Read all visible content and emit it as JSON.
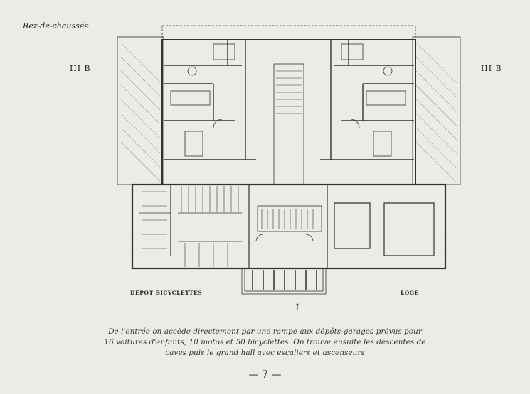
{
  "page_title": "Rez-de-chaussée",
  "wing_left": "III B",
  "wing_right": "III B",
  "label_bicycles": "DÉPOT BICYCLETTES",
  "label_lodge": "LOGE",
  "entrance_arrow": "↑",
  "caption": {
    "line1": "De l'entrée on accède directement par une rampe aux dépôts-garages prévus pour",
    "line2": "16 voitures d'enfants, 10 motos et 50 bicyclettes. On trouve ensuite les descentes de",
    "line3": "caves puis le grand hall avec escaliers et ascenseurs"
  },
  "page_number": "— 7 —",
  "colors": {
    "paper": "#ecebe6",
    "ink": "#222222"
  }
}
